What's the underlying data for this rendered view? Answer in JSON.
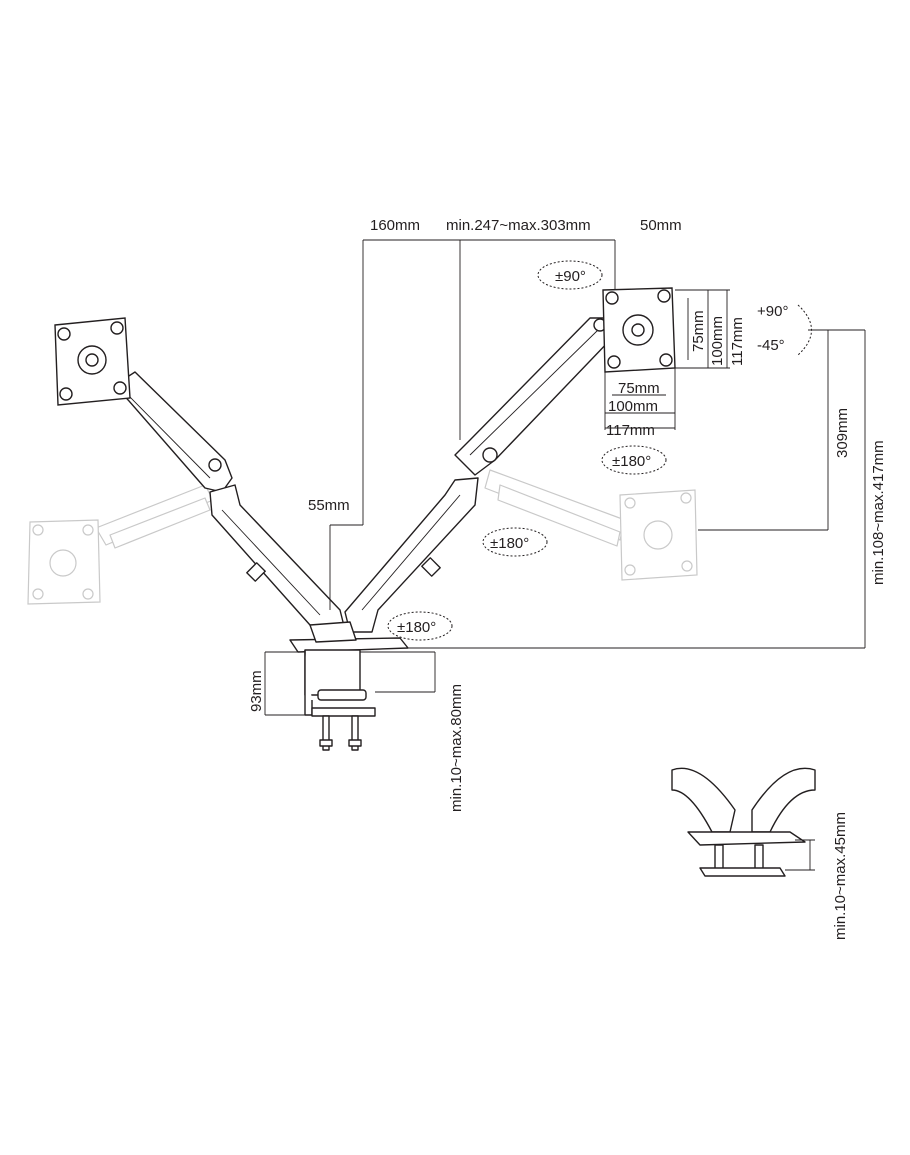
{
  "dimensions": {
    "arm_offset_160": "160mm",
    "arm_reach": "min.247~max.303mm",
    "plate_offset_50": "50mm",
    "pole_offset_55": "55mm",
    "vesa_75_v": "75mm",
    "vesa_100_v": "100mm",
    "vesa_117_v": "117mm",
    "vesa_75_h": "75mm",
    "vesa_100_h": "100mm",
    "vesa_117_h": "117mm",
    "height_309": "309mm",
    "height_range": "min.108~max.417mm",
    "base_93": "93mm",
    "clamp_range": "min.10~max.80mm",
    "grommet_range": "min.10~max.45mm"
  },
  "rotations": {
    "swivel_90": "±90°",
    "tilt_up": "+90°",
    "tilt_down": "-45°",
    "pan_180_top": "±180°",
    "pan_180_mid": "±180°",
    "pan_180_base": "±180°"
  },
  "icons": [
    "vesa-plate-icon",
    "clamp-icon",
    "grommet-mount-icon",
    "rotation-arrow-icon"
  ]
}
